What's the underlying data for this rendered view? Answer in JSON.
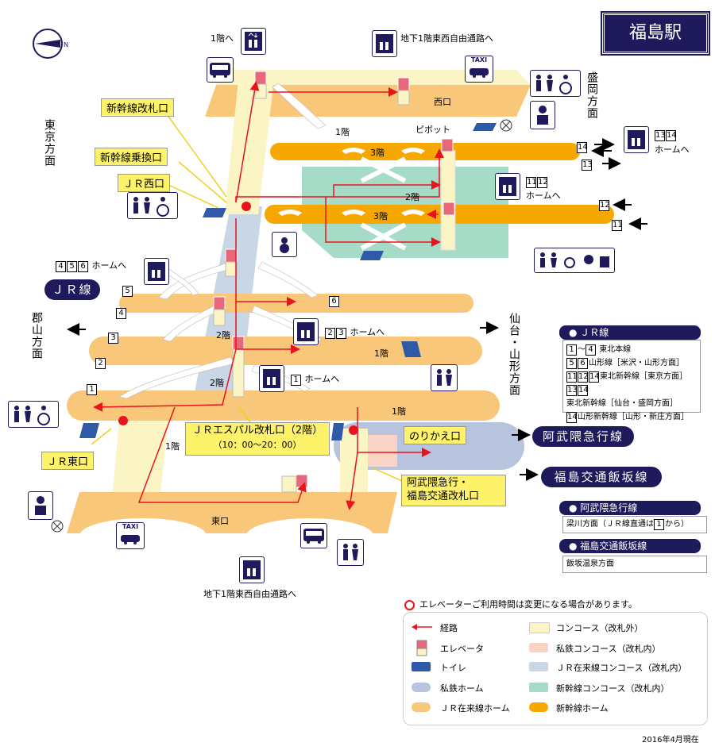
{
  "title": "福島駅",
  "date": "2016年4月現在",
  "direction_labels": {
    "tokyo": "東京方面",
    "morioka": "盛岡方面",
    "koriyama": "郡山方面",
    "sendai": "仙台・山形方面",
    "shinkansen_platform_to": "ホームへ"
  },
  "floor_labels": {
    "f1_top": "1階",
    "f3_a": "3階",
    "f2_a": "2階",
    "f3_b": "3階",
    "f2_left": "2階",
    "f2_mid": "2階",
    "f1_left": "1階",
    "f1_east": "1階",
    "f1_right": "1階"
  },
  "areas": {
    "west_exit": "西口",
    "east_exit": "東口",
    "pivot": "ピボット"
  },
  "elevator_notes": {
    "top_left": "1階へ",
    "top_right": "地下1階東西自由通路へ",
    "bottom": "地下1階東西自由通路へ",
    "shinkansen_1314": "ホームへ",
    "shinkansen_1112": "ホームへ",
    "jr_456": "ホームへ",
    "jr_23": "ホームへ",
    "jr_1": "ホームへ"
  },
  "platform_numbers": {
    "p13_14_a": "13",
    "p13_14_b": "14",
    "p11": "11",
    "p12": "12",
    "p14": "14",
    "p13": "13",
    "p12b": "12",
    "p11b": "11",
    "p4": "4",
    "p5": "5",
    "p6": "6",
    "p456_4": "4",
    "p456_5": "5",
    "p456_6": "6",
    "p3": "3",
    "p2": "2",
    "p23_2": "2",
    "p23_3": "3",
    "p1": "1",
    "p1b": "1"
  },
  "callouts": {
    "shinkansen_gate": "新幹線改札口",
    "shinkansen_transfer": "新幹線乗換口",
    "jr_west": "ＪＲ西口",
    "jr_east": "ＪＲ東口",
    "espal_gate": "ＪＲエスパル改札口（2階）",
    "espal_hours": "（10：00〜20：00）",
    "norikae": "のりかえ口",
    "abukuma_gate_1": "阿武隈急行・",
    "abukuma_gate_2": "福島交通改札口"
  },
  "line_labels": {
    "jr_line": "ＪＲ線",
    "abukuma": "阿武隈急行線",
    "fukushima_kotsu": "福島交通飯坂線"
  },
  "jr_info": {
    "header": "● ＪＲ線",
    "rows": [
      {
        "nums": [
          "1",
          "4"
        ],
        "sep": "〜",
        "text": "東北本線"
      },
      {
        "nums": [
          "5",
          "6"
        ],
        "sep": "",
        "text": "山形線［米沢・山形方面］"
      },
      {
        "nums": [
          "11",
          "12",
          "14"
        ],
        "sep": "",
        "text": "東北新幹線［東京方面］"
      },
      {
        "nums": [
          "13",
          "14"
        ],
        "sep": "",
        "text": "東北新幹線［仙台・盛岡方面］"
      },
      {
        "nums": [
          "14"
        ],
        "sep": "",
        "text": "山形新幹線［山形・新庄方面］"
      }
    ]
  },
  "abukuma_info": {
    "header": "● 阿武隈急行線",
    "text_a": "梁川方面（ＪＲ線直通は",
    "num": "1",
    "text_b": "から）"
  },
  "kotsu_info": {
    "header": "● 福島交通飯坂線",
    "text": "飯坂温泉方面"
  },
  "elevator_notice": "エレベーターご利用時間は変更になる場合があります。",
  "legend": [
    {
      "label": "経路",
      "kind": "arrow",
      "color": "#e8141c"
    },
    {
      "label": "エレベータ",
      "kind": "elevator",
      "color": "#e8677a"
    },
    {
      "label": "トイレ",
      "kind": "swatch",
      "color": "#2e5aa8"
    },
    {
      "label": "私鉄ホーム",
      "kind": "pill",
      "color": "#b8c4dd"
    },
    {
      "label": "ＪＲ在来線ホーム",
      "kind": "pill",
      "color": "#f8c77a"
    },
    {
      "label": "コンコース（改札外）",
      "kind": "swatch",
      "color": "#fbf4c4"
    },
    {
      "label": "私鉄コンコース（改札内）",
      "kind": "swatch",
      "color": "#fbd3c4"
    },
    {
      "label": "ＪＲ在来線コンコース（改札内）",
      "kind": "swatch",
      "color": "#c9d6e6"
    },
    {
      "label": "新幹線コンコース（改札内）",
      "kind": "swatch",
      "color": "#a6dcc7"
    },
    {
      "label": "新幹線ホーム",
      "kind": "pill",
      "color": "#f7a800"
    }
  ],
  "icons": {
    "taxi": "TAXI"
  },
  "colors": {
    "navy": "#1f1a5c",
    "route_red": "#e8141c",
    "jr_platform": "#f8c77a",
    "shinkansen_platform": "#f7a800",
    "concourse_outside": "#fbf4c4",
    "jr_concourse": "#c9d6e6",
    "shinkansen_concourse": "#a6dcc7",
    "private_concourse": "#fbd3c4",
    "private_platform": "#b8c4dd",
    "toilet": "#2e5aa8"
  }
}
